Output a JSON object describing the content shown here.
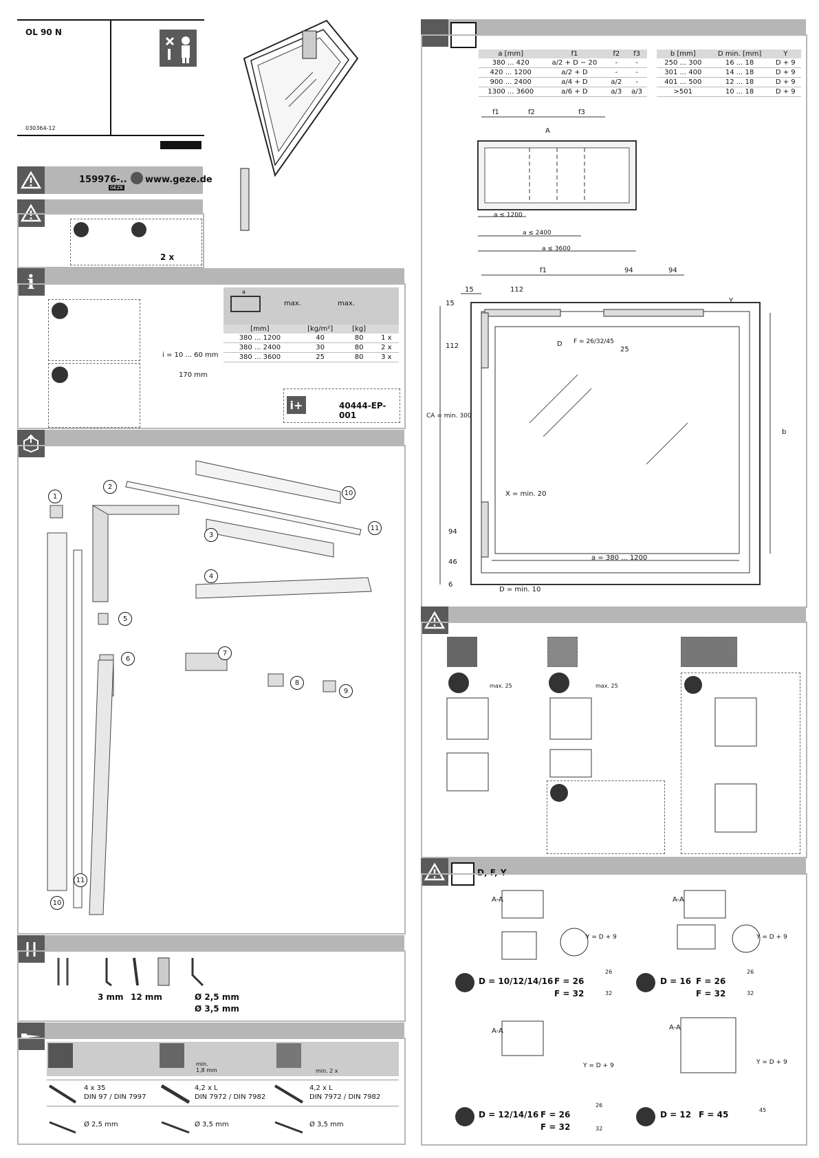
{
  "header": {
    "product": "OL 90 N",
    "doc_id": "030364-12",
    "website": "www.geze.de",
    "ref_code": "159976-..",
    "brand": "GEZE"
  },
  "warning": {
    "count": "2 x"
  },
  "info": {
    "i_range": "i = 10 ... 60 mm",
    "dim_170": "170 mm",
    "doc_ref": "40444-EP-001",
    "table": {
      "headers": [
        "[mm]",
        "[kg/m²]",
        "[kg]",
        ""
      ],
      "icon_labels": {
        "a": "a",
        "max1": "max.",
        "max2": "max."
      },
      "rows": [
        [
          "380 ... 1200",
          "40",
          "80",
          "1 x"
        ],
        [
          "380 ... 2400",
          "30",
          "80",
          "2 x"
        ],
        [
          "380 ... 3600",
          "25",
          "80",
          "3 x"
        ]
      ]
    }
  },
  "parts": {
    "numbers": [
      "1",
      "2",
      "3",
      "4",
      "5",
      "6",
      "7",
      "8",
      "9",
      "10",
      "11",
      "10",
      "11"
    ]
  },
  "tools": {
    "hex": "3 mm",
    "wrench": "12 mm",
    "drill1": "Ø 2,5 mm",
    "drill2": "Ø 3,5 mm"
  },
  "fixings": {
    "min18": "min. 1,8 mm",
    "min2x": "min. 2 x",
    "screw1": "4 x 35",
    "std1": "DIN 97 / DIN 7997",
    "screw2": "4,2 x L",
    "std2": "DIN 7972 / DIN 7982",
    "screw3": "4,2 x L",
    "std3": "DIN 7972 / DIN 7982",
    "drill1": "Ø 2,5 mm",
    "drill2": "Ø 3,5 mm",
    "drill3": "Ø 3,5 mm"
  },
  "dims_table1": {
    "headers": [
      "a [mm]",
      "f1",
      "f2",
      "f3"
    ],
    "rows": [
      [
        "380 ... 420",
        "a/2 + D − 20",
        "-",
        "-"
      ],
      [
        "420 ... 1200",
        "a/2 + D",
        "-",
        "-"
      ],
      [
        "900 ... 2400",
        "a/4 + D",
        "a/2",
        "-"
      ],
      [
        "1300 ... 3600",
        "a/6 + D",
        "a/3",
        "a/3"
      ]
    ]
  },
  "dims_table2": {
    "headers": [
      "b [mm]",
      "D min. [mm]",
      "Y"
    ],
    "rows": [
      [
        "250 ... 300",
        "16 ... 18",
        "D + 9"
      ],
      [
        "301 ... 400",
        "14 ... 18",
        "D + 9"
      ],
      [
        "401 ... 500",
        "12 ... 18",
        "D + 9"
      ],
      [
        ">501",
        "10 ... 18",
        "D + 9"
      ]
    ]
  },
  "overview": {
    "f1": "f1",
    "f2": "f2",
    "f3": "f3",
    "A": "A",
    "a1200": "a ≤ 1200",
    "a2400": "a ≤ 2400",
    "a3600": "a ≤ 3600"
  },
  "mainDraw": {
    "f1": "f1",
    "d94a": "94",
    "d94b": "94",
    "d15": "15",
    "d112": "112",
    "Y": "Y",
    "d15v": "15",
    "d112v": "112",
    "D": "D",
    "F": "F = 26/32/45",
    "d25": "25",
    "CA": "CA = min. 300",
    "b": "b",
    "X": "X = min. 20",
    "d94v": "94",
    "d46": "46",
    "d6": "6",
    "a": "a = 380 ... 1200",
    "Dmin": "D = min. 10"
  },
  "caution": {
    "max25a": "max. 25",
    "max25b": "max. 25"
  },
  "dfy": {
    "title": "D, F, Y",
    "AA": "A-A",
    "F": "F",
    "D": "D",
    "Y": "Y = D + 9",
    "p1_D": "D = 10/12/14/16",
    "p1_F1": "F = 26",
    "p1_F2": "F = 32",
    "p2_D": "D = 16",
    "p2_F1": "F = 26",
    "p2_F2": "F = 32",
    "p3_D": "D = 12/14/16",
    "p3_F1": "F = 26",
    "p3_F2": "F = 32",
    "p4_D": "D = 12",
    "p4_F1": "F = 45",
    "n26": "26",
    "n32": "32",
    "n45": "45"
  }
}
